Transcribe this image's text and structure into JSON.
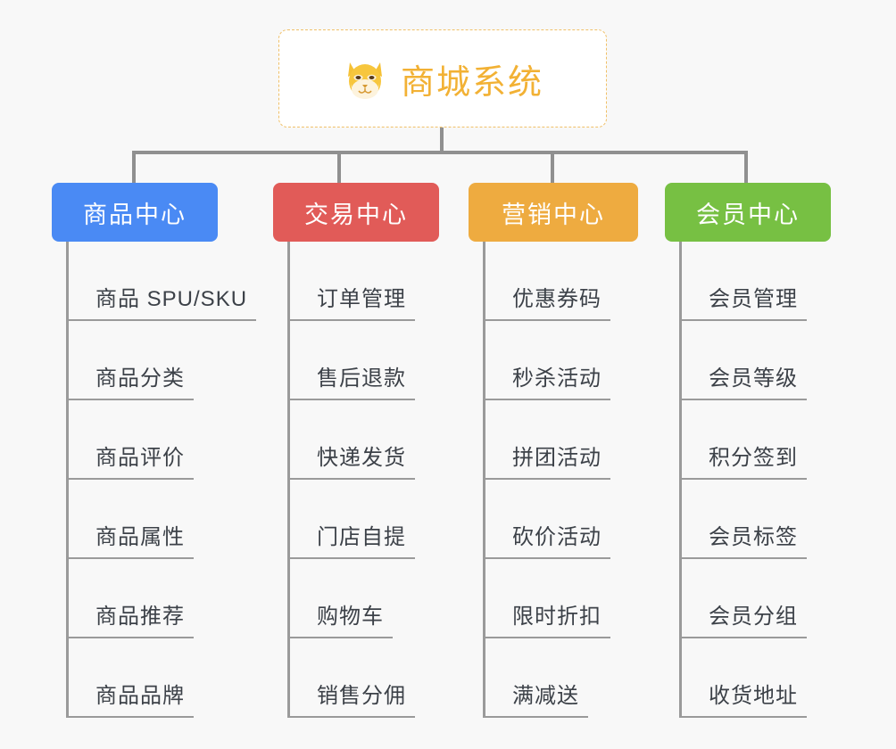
{
  "page": {
    "background": "#f8f8f8",
    "type": "mindmap-org-chart"
  },
  "root": {
    "icon": "shiba-dog-face-icon",
    "emoji": "🐶",
    "title": "商城系统",
    "color": "#f2b134",
    "border_color": "#f0c068",
    "background": "#ffffff"
  },
  "connector": {
    "color": "#909090"
  },
  "columns": [
    {
      "id": "product-center",
      "title": "商品中心",
      "color": "#4a8af4",
      "items": [
        "商品 SPU/SKU",
        "商品分类",
        "商品评价",
        "商品属性",
        "商品推荐",
        "商品品牌"
      ]
    },
    {
      "id": "trade-center",
      "title": "交易中心",
      "color": "#e15b58",
      "items": [
        "订单管理",
        "售后退款",
        "快递发货",
        "门店自提",
        "购物车",
        "销售分佣"
      ]
    },
    {
      "id": "marketing-center",
      "title": "营销中心",
      "color": "#eeab40",
      "items": [
        "优惠券码",
        "秒杀活动",
        "拼团活动",
        "砍价活动",
        "限时折扣",
        "满减送"
      ]
    },
    {
      "id": "member-center",
      "title": "会员中心",
      "color": "#77c043",
      "items": [
        "会员管理",
        "会员等级",
        "积分签到",
        "会员标签",
        "会员分组",
        "收货地址"
      ]
    }
  ]
}
